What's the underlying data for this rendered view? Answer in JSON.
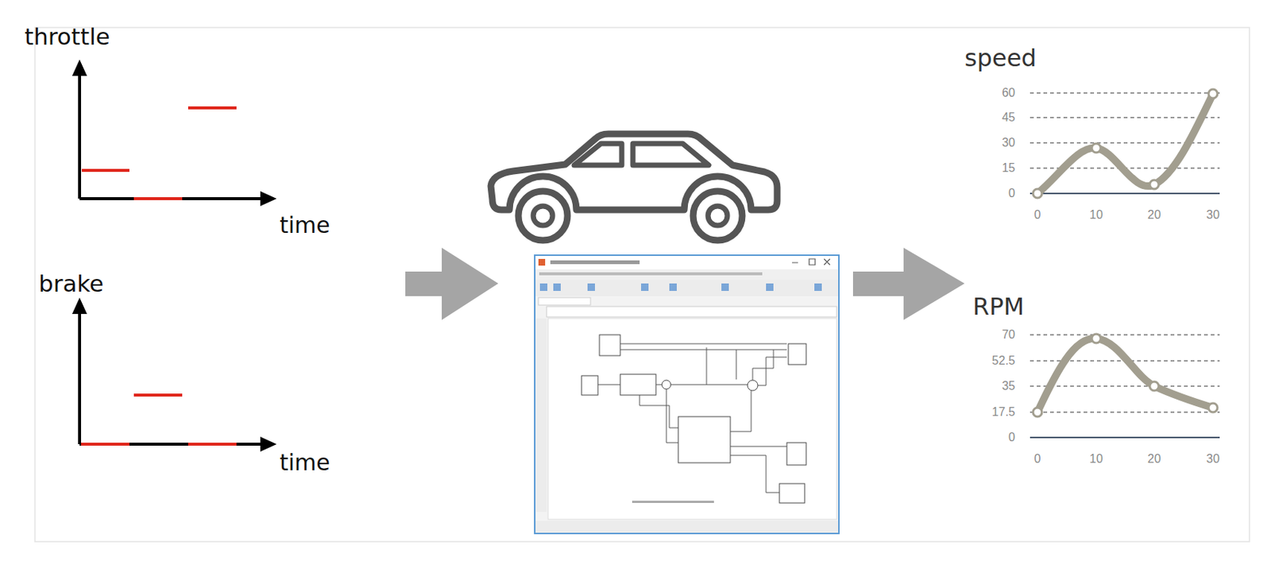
{
  "diagram": {
    "labels": [
      "throttle",
      "time",
      "brake",
      "time",
      "speed",
      "60",
      "45",
      "30",
      "15",
      "0",
      "0",
      "10",
      "20",
      "30",
      "RPM",
      "70",
      "52.5",
      "35",
      "17.5",
      "0",
      "0",
      "10",
      "20",
      "30"
    ]
  }
}
